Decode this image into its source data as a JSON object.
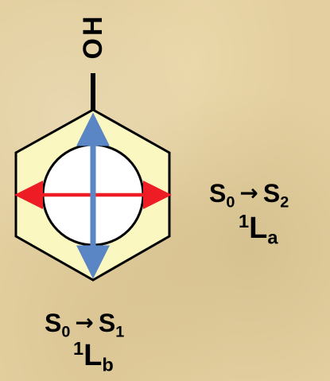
{
  "molecule": {
    "substituent": "OH"
  },
  "transitions": {
    "s2": {
      "from_state": "S",
      "from_index": "0",
      "arrow": "→",
      "to_state": "S",
      "to_index": "2",
      "band_prefix": "1",
      "band_letter": "L",
      "band_sub": "a"
    },
    "s1": {
      "from_state": "S",
      "from_index": "0",
      "arrow": "→",
      "to_state": "S",
      "to_index": "1",
      "band_prefix": "1",
      "band_letter": "L",
      "band_sub": "b"
    }
  },
  "colors": {
    "background": "#e3cf9f",
    "ring_fill": "#fbf7c0",
    "ring_stroke": "#000000",
    "circle_fill": "#ffffff",
    "lb_arrow": "#5a86c5",
    "la_arrow": "#ee1c25"
  }
}
